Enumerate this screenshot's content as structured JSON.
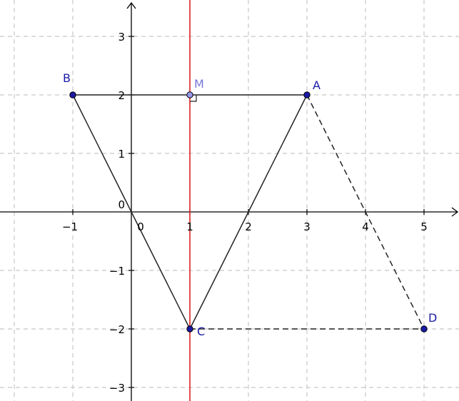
{
  "chart_data": {
    "type": "geometry",
    "grid": true,
    "xlim": [
      -2.1,
      5.55
    ],
    "ylim": [
      -3.1,
      3.5
    ],
    "x_ticks": [
      -1,
      0,
      1,
      2,
      3,
      4,
      5
    ],
    "x_tick_labels": [
      "−1",
      "0",
      "1",
      "2",
      "3",
      "4",
      "5"
    ],
    "y_ticks": [
      -3,
      -2,
      -1,
      1,
      2,
      3
    ],
    "y_tick_labels": [
      "−3",
      "−2",
      "−1",
      "1",
      "2",
      "3"
    ],
    "origin_label": "0",
    "points": [
      {
        "label": "A",
        "x": 3,
        "y": 2,
        "fill": "#1a1aa6",
        "text_color": "#1a1aa6"
      },
      {
        "label": "B",
        "x": -1,
        "y": 2,
        "fill": "#1a1aa6",
        "text_color": "#1a1aa6"
      },
      {
        "label": "C",
        "x": 1,
        "y": -2,
        "fill": "#1a1aa6",
        "text_color": "#1a1aa6"
      },
      {
        "label": "D",
        "x": 5,
        "y": -2,
        "fill": "#1a1aa6",
        "text_color": "#1a1aa6"
      },
      {
        "label": "M",
        "x": 1,
        "y": 2,
        "fill": "#9999ee",
        "text_color": "#7777dd"
      }
    ],
    "segments": [
      {
        "from": "B",
        "to": "A",
        "style": "solid"
      },
      {
        "from": "B",
        "to": "C",
        "style": "solid"
      },
      {
        "from": "A",
        "to": "C",
        "style": "solid"
      },
      {
        "from": "A",
        "to": "D",
        "style": "dashed"
      },
      {
        "from": "C",
        "to": "D",
        "style": "dashed"
      }
    ],
    "vertical_lines": [
      {
        "x": 1,
        "color": "#dd2222"
      }
    ],
    "right_angle_marker": {
      "at": "M"
    },
    "colors": {
      "grid": "#c8c8c8",
      "axes": "#000000",
      "segment": "#222222",
      "point_stroke": "#000000"
    }
  }
}
